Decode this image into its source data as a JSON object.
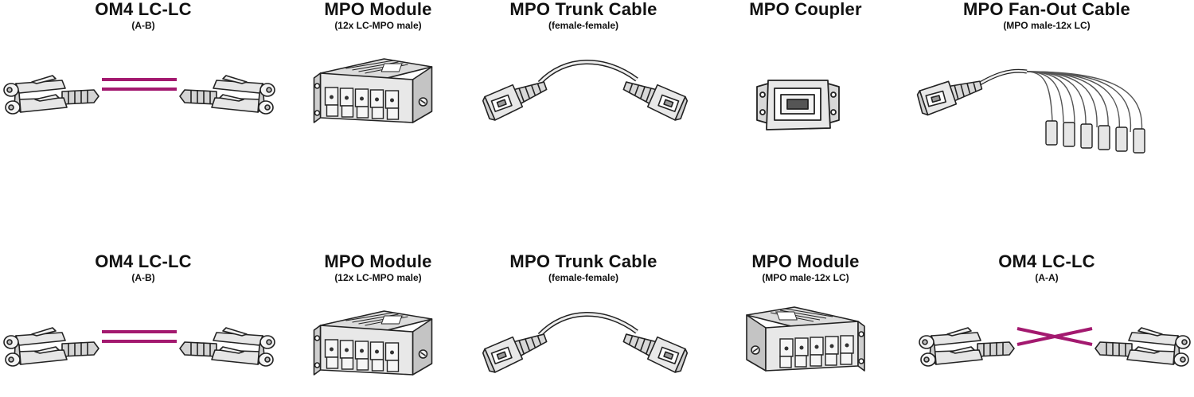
{
  "colors": {
    "link": "#a3196f",
    "outline": "#222222",
    "fill_light": "#e6e6e6",
    "fill_mid": "#c8c8c8"
  },
  "rows": [
    {
      "items": [
        {
          "title": "OM4 LC-LC",
          "subtitle": "(A-B)",
          "icon": "lc-lc-straight-patch-cable"
        },
        {
          "title": "MPO Module",
          "subtitle": "(12x LC-MPO male)",
          "icon": "mpo-cassette-module"
        },
        {
          "title": "MPO Trunk Cable",
          "subtitle": "(female-female)",
          "icon": "mpo-trunk-cable"
        },
        {
          "title": "MPO Coupler",
          "subtitle": "",
          "icon": "mpo-coupler"
        },
        {
          "title": "MPO Fan-Out Cable",
          "subtitle": "(MPO male-12x LC)",
          "icon": "mpo-fanout-cable"
        }
      ]
    },
    {
      "items": [
        {
          "title": "OM4 LC-LC",
          "subtitle": "(A-B)",
          "icon": "lc-lc-straight-patch-cable"
        },
        {
          "title": "MPO Module",
          "subtitle": "(12x LC-MPO male)",
          "icon": "mpo-cassette-module"
        },
        {
          "title": "MPO Trunk Cable",
          "subtitle": "(female-female)",
          "icon": "mpo-trunk-cable"
        },
        {
          "title": "MPO Module",
          "subtitle": "(MPO male-12x LC)",
          "icon": "mpo-cassette-module"
        },
        {
          "title": "OM4 LC-LC",
          "subtitle": "(A-A)",
          "icon": "lc-lc-crossed-patch-cable"
        }
      ]
    }
  ]
}
